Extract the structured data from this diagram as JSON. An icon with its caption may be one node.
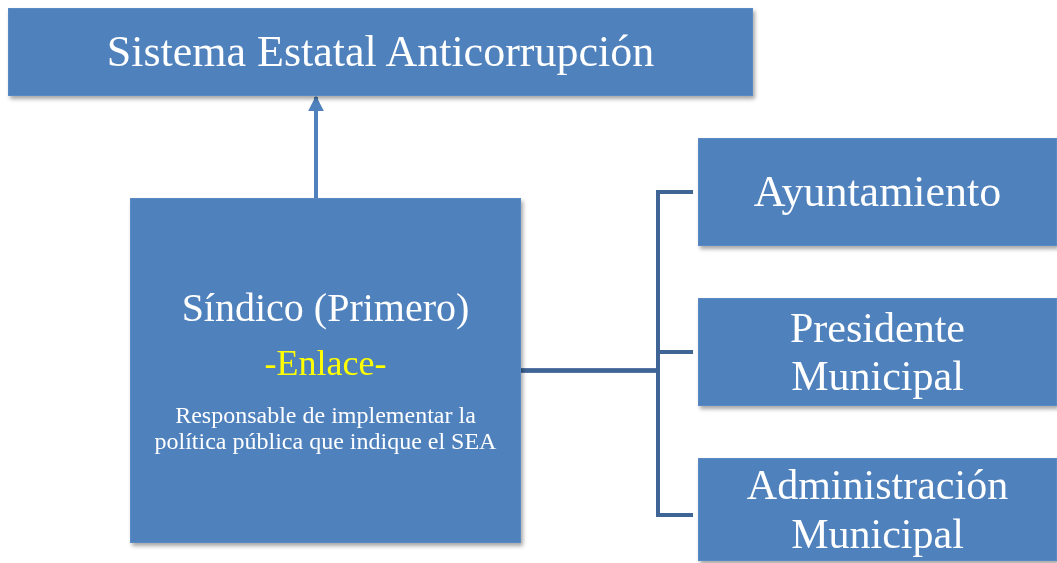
{
  "diagram": {
    "nodes": [
      {
        "text": [
          "Sistema Estatal Anticorrupción"
        ]
      },
      {
        "text": [
          "Síndico (Primero)",
          "-Enlace-",
          "Responsable de implementar la política pública que indique el SEA"
        ]
      },
      {
        "text": [
          "Ayuntamiento"
        ]
      },
      {
        "text": [
          "Presidente Municipal"
        ]
      },
      {
        "text": [
          "Administración Municipal"
        ]
      }
    ],
    "edges": [
      {
        "from": 1,
        "to": 0,
        "arrow": "to",
        "color": "#4f81bd"
      },
      {
        "from": 1,
        "to": 2,
        "arrow": "none"
      },
      {
        "from": 1,
        "to": 3,
        "arrow": "none"
      },
      {
        "from": 1,
        "to": 4,
        "arrow": "none"
      }
    ]
  }
}
